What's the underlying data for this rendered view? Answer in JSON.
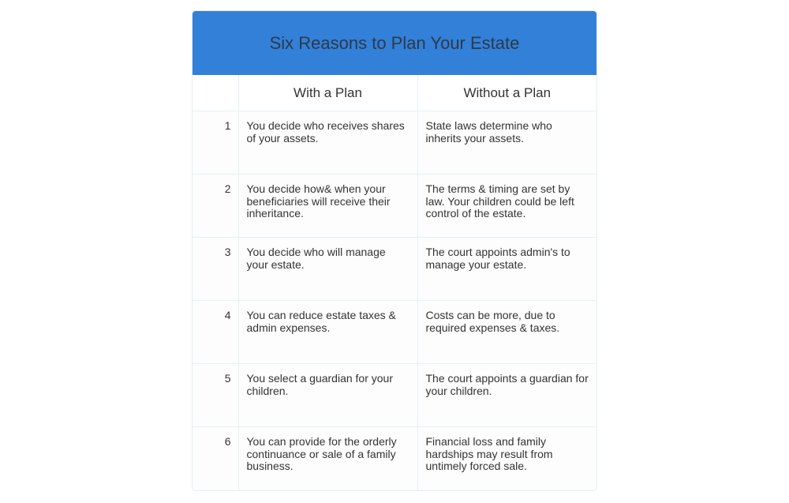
{
  "title": "Six Reasons to Plan Your Estate",
  "colors": {
    "header_bg": "#3380d9",
    "border": "#e6f1f4",
    "text": "#333333"
  },
  "table": {
    "headers": [
      "",
      "With a Plan",
      "Without a Plan"
    ],
    "rows": [
      {
        "num": "1",
        "with_plan": "You decide who receives shares of your assets.",
        "without_plan": "State laws determine who inherits your assets."
      },
      {
        "num": "2",
        "with_plan": "You decide how& when your beneficiaries will receive their inheritance.",
        "without_plan": "The terms & timing are set by law.  Your children could be left control of the estate."
      },
      {
        "num": "3",
        "with_plan": "You decide who will manage your estate.",
        "without_plan": "The court appoints admin's to manage your estate."
      },
      {
        "num": "4",
        "with_plan": "You can reduce estate taxes & admin expenses.",
        "without_plan": "Costs can be more, due to required expenses & taxes."
      },
      {
        "num": "5",
        "with_plan": "You select a guardian for your children.",
        "without_plan": "The court appoints a guardian for your children."
      },
      {
        "num": "6",
        "with_plan": "You can provide for the orderly continuance or sale of a family business.",
        "without_plan": "Financial loss and family hardships may result from untimely forced sale."
      }
    ]
  }
}
